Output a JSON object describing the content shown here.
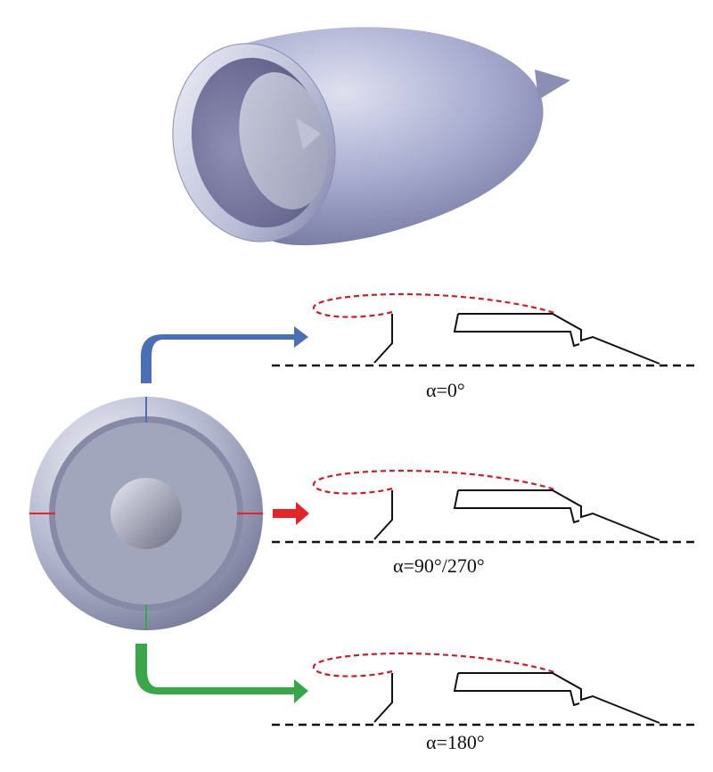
{
  "figure": {
    "sections": [
      {
        "id": "top",
        "label": "α=0°"
      },
      {
        "id": "side",
        "label": "α=90°/270°"
      },
      {
        "id": "bottom",
        "label": "α=180°"
      }
    ]
  },
  "colors": {
    "top_arrow": "#4a6fb5",
    "side_arrow": "#e0262a",
    "bottom_arrow": "#3aa64a",
    "inlet_dashed": "#c8202a",
    "profile_line": "#111111",
    "axis_dashed": "#111111",
    "nacelle_body": "#9aa0c4",
    "fan_face": "#a2a6bd"
  },
  "icons": [
    "nacelle-3d-view",
    "nacelle-front-view",
    "spinner-cone-icon"
  ]
}
